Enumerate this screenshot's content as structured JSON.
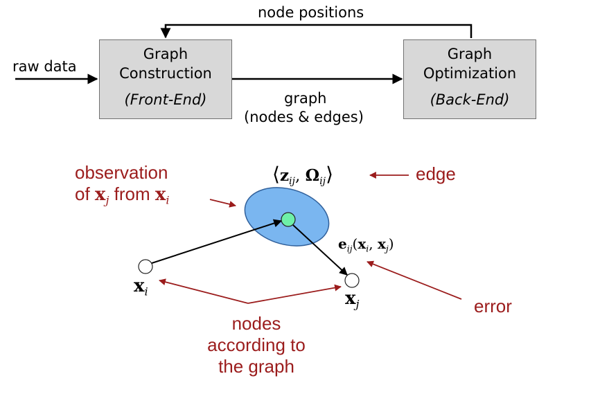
{
  "pipeline": {
    "front_end": {
      "line1": "Graph",
      "line2": "Construction",
      "sub": "(Front-End)"
    },
    "back_end": {
      "line1": "Graph",
      "line2": "Optimization",
      "sub": "(Back-End)"
    },
    "input_label": "raw data",
    "feedback_label": "node positions",
    "link_label_line1": "graph",
    "link_label_line2": "(nodes & edges)"
  },
  "illustration": {
    "observation_line1": "observation",
    "observation_line2_prefix": "of",
    "observation_line2_mid": "from",
    "x_symbol": "x",
    "idx_i": "i",
    "idx_j": "j",
    "idx_ij": "ij",
    "edge_label": "edge",
    "edge_tuple_z": "z",
    "edge_tuple_omega": "Ω",
    "error_label": "error",
    "error_func": "e",
    "nodes_line1": "nodes",
    "nodes_line2": "according to",
    "nodes_line3": "the graph",
    "colors": {
      "annotation": "#9b1c1c",
      "ellipse_fill": "#7ab6f0",
      "ellipse_stroke": "#2f5f9a",
      "measured_node": "#6ef0a8",
      "box_fill": "#d8d8d8"
    }
  }
}
